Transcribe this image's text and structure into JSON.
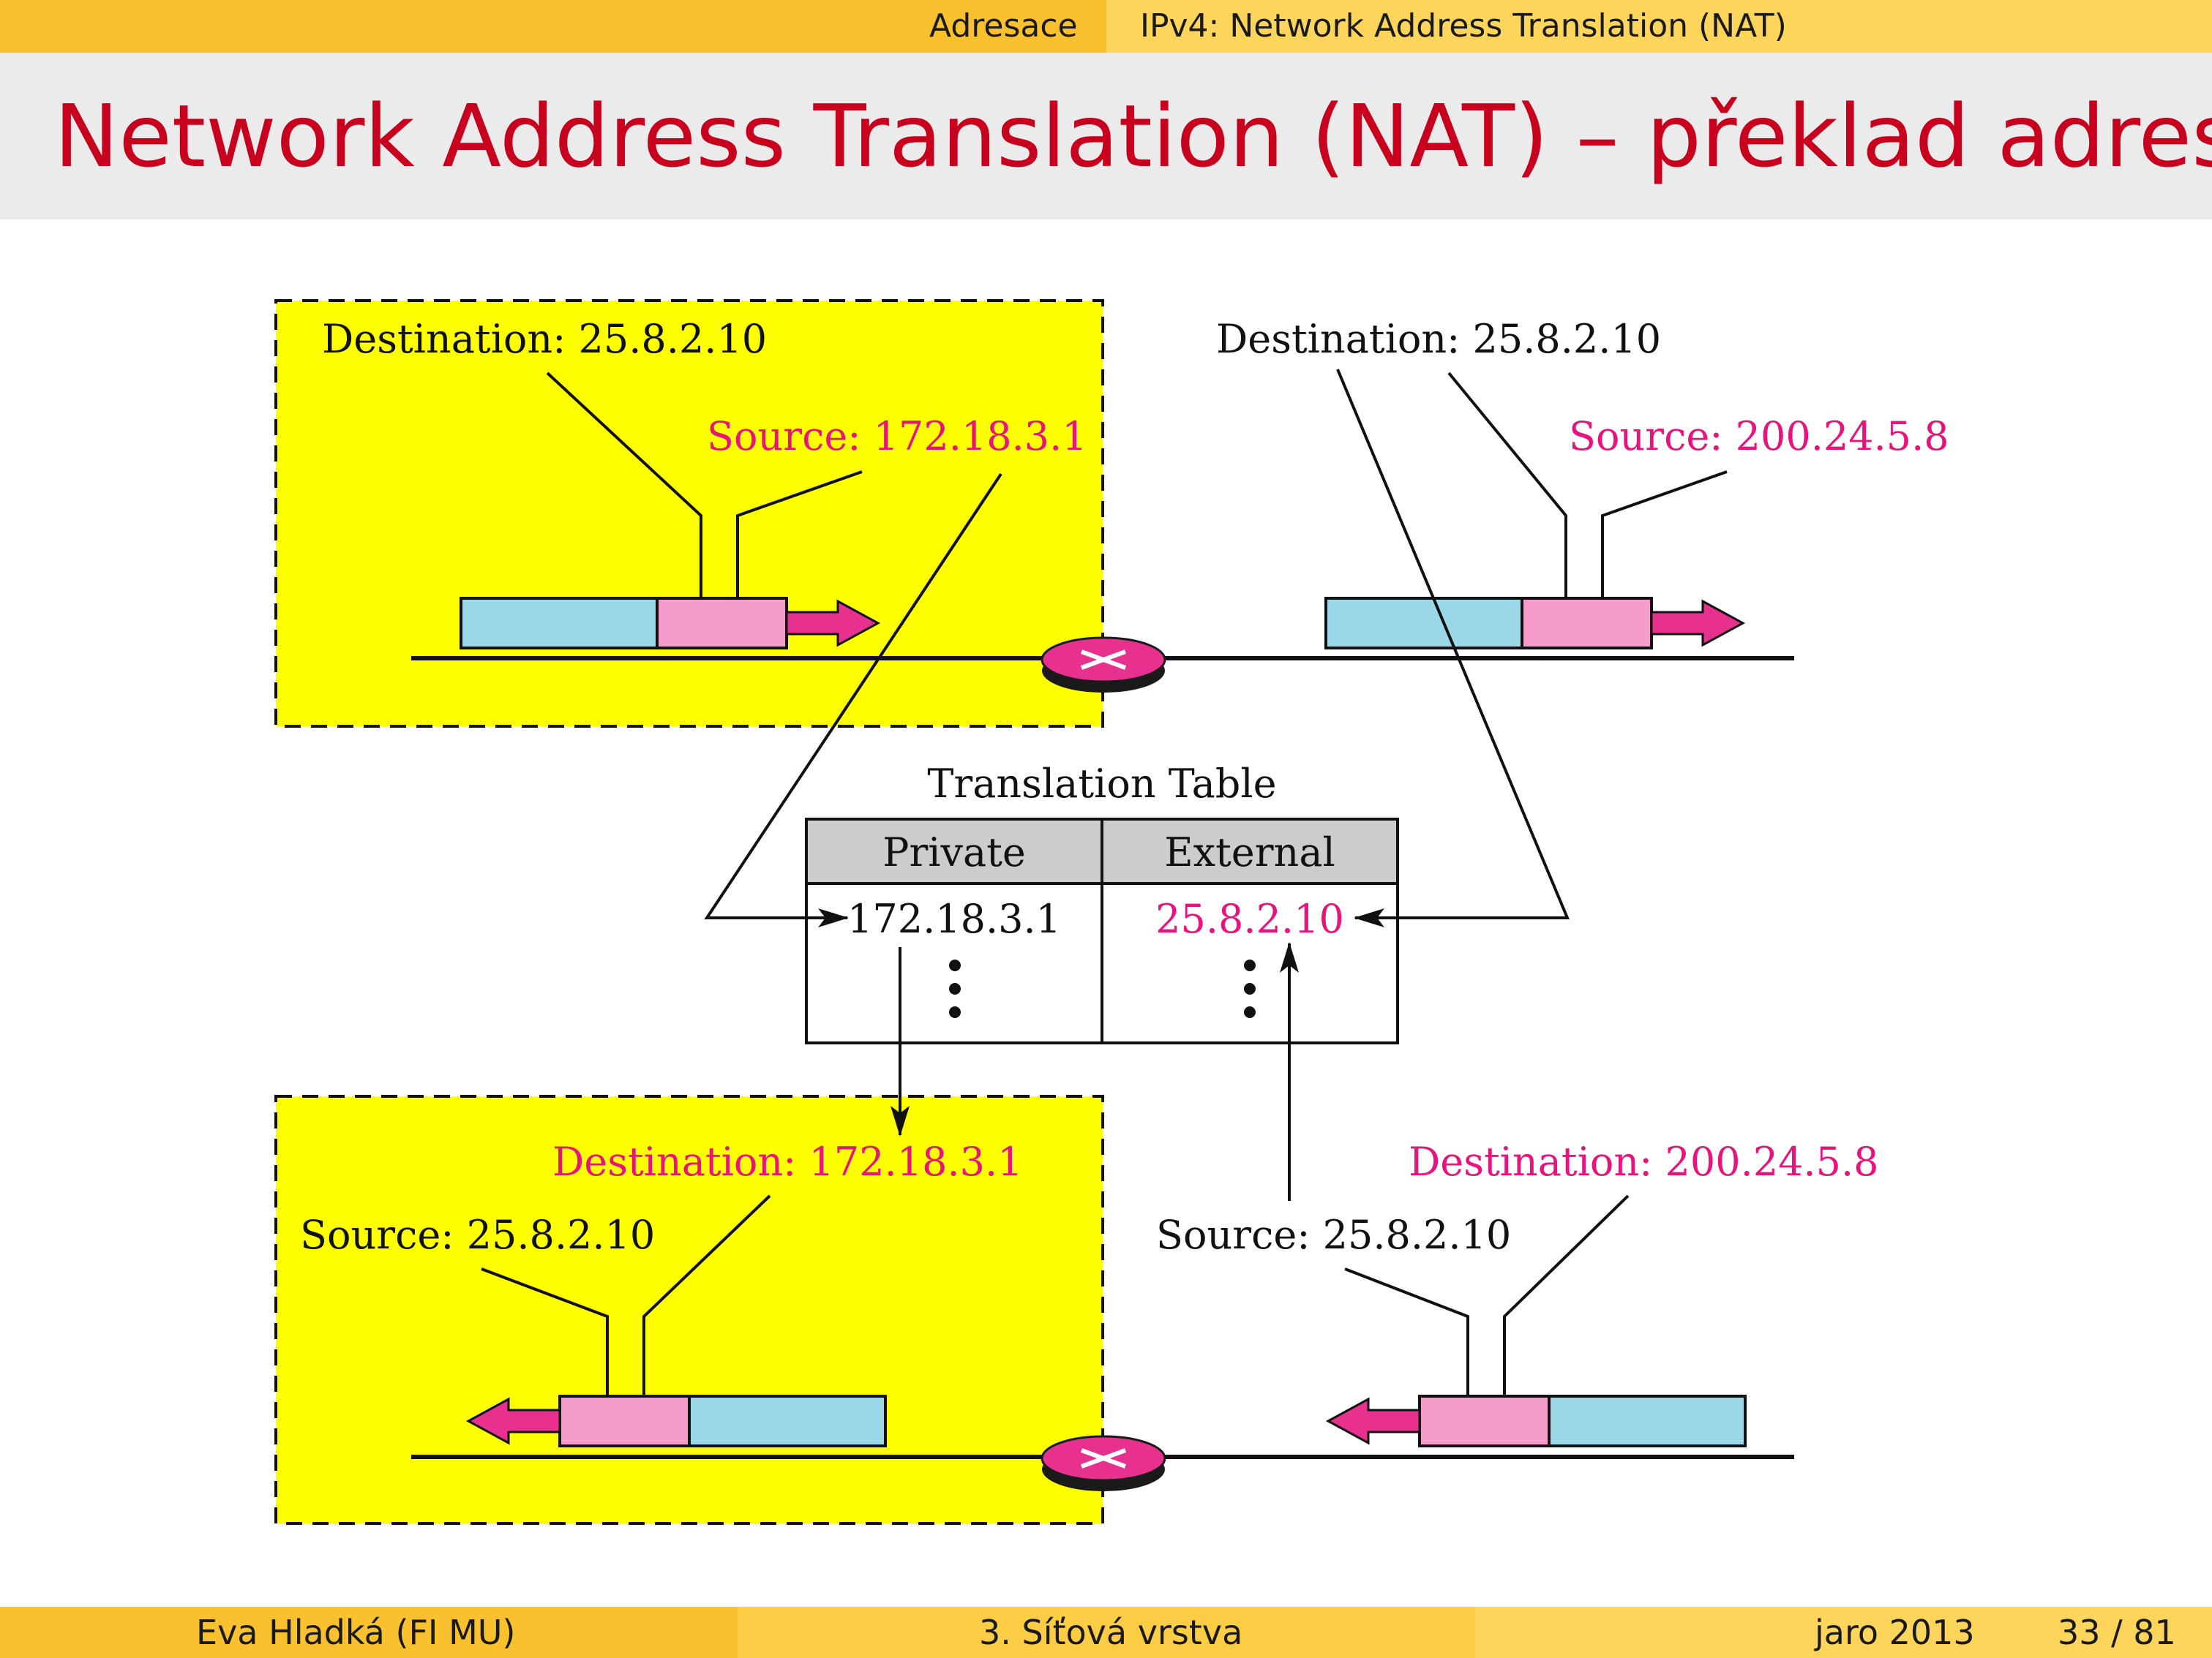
{
  "header": {
    "section": "Adresace",
    "subsection": "IPv4: Network Address Translation (NAT)"
  },
  "slide": {
    "title": "Network Address Translation (NAT) – překlad adres"
  },
  "diagram": {
    "top_left": {
      "destination": "Destination: 25.8.2.10",
      "source": "Source: 172.18.3.1"
    },
    "top_right": {
      "destination": "Destination: 25.8.2.10",
      "source": "Source: 200.24.5.8"
    },
    "bottom_left": {
      "destination": "Destination: 172.18.3.1",
      "source": "Source: 25.8.2.10"
    },
    "bottom_right": {
      "destination": "Destination: 200.24.5.8",
      "source": "Source: 25.8.2.10"
    },
    "table": {
      "caption": "Translation Table",
      "col_private": "Private",
      "col_external": "External",
      "row_private": "172.18.3.1",
      "row_external": "25.8.2.10"
    },
    "colors": {
      "private_zone": "#ffff00",
      "payload": "#9ad8e8",
      "header": "#f59ccb",
      "arrow": "#e8318f",
      "highlight_text": "#e8137d"
    }
  },
  "footer": {
    "author": "Eva Hladká  (FI MU)",
    "topic": "3. Síťová vrstva",
    "term": "jaro 2013",
    "page": "33 / 81"
  }
}
